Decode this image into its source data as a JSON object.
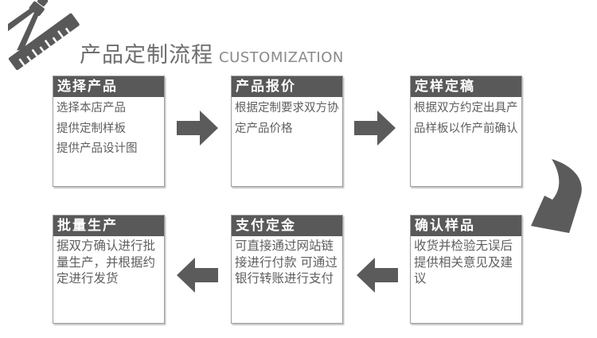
{
  "header": {
    "icon": "drafting-tools-icon",
    "title": "产品定制流程",
    "subtitle": "CUSTOMIZATION"
  },
  "colors": {
    "dark_gray": "#595959",
    "arrow_gray": "#5b5b5b",
    "box_border": "#9e9e9e",
    "box_header_text": "#ffffff",
    "body_text": "#5f5f5f",
    "title_text": "#6e6e6e",
    "subtitle_text": "#8a8a8a",
    "background": "#ffffff"
  },
  "steps": [
    {
      "order": 1,
      "title": "选择产品",
      "lines": [
        "选择本店产品",
        "提供定制样板",
        "提供产品设计图"
      ]
    },
    {
      "order": 2,
      "title": "产品报价",
      "lines": [
        "根据定制要求双方协",
        "定产品价格"
      ]
    },
    {
      "order": 3,
      "title": "定样定稿",
      "lines": [
        "根据双方约定出具产",
        "品样板以作产前确认"
      ]
    },
    {
      "order": 4,
      "title": "确认样品",
      "lines": [
        "收货并检验无误后",
        "提供相关意见及建",
        "议"
      ]
    },
    {
      "order": 5,
      "title": "支付定金",
      "lines": [
        "可直接通过网站链",
        "接进行付款 可通过",
        "银行转账进行支付"
      ]
    },
    {
      "order": 6,
      "title": "批量生产",
      "lines": [
        "据双方确认进行批",
        "量生产，并根据约",
        "定进行发货"
      ]
    }
  ],
  "arrows": [
    {
      "name": "arrow-right-1",
      "direction": "right"
    },
    {
      "name": "arrow-right-2",
      "direction": "right"
    },
    {
      "name": "arrow-curve-down-left",
      "direction": "down-left"
    },
    {
      "name": "arrow-left-1",
      "direction": "left"
    },
    {
      "name": "arrow-left-2",
      "direction": "left"
    }
  ]
}
